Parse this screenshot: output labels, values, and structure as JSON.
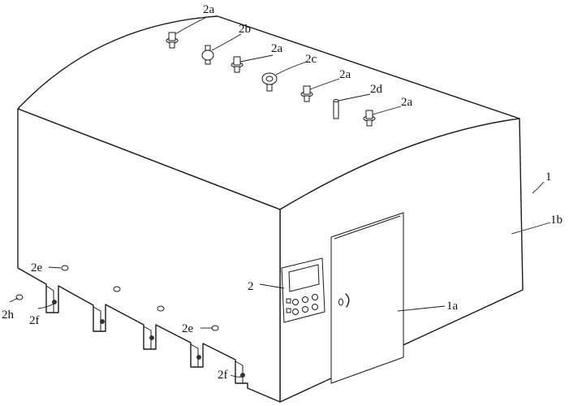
{
  "labels": {
    "main_body": "1",
    "door": "1a",
    "side_face": "1b",
    "controller": "2",
    "nozzle_a": "2a",
    "fitting_b": "2b",
    "fitting_c": "2c",
    "pin_d": "2d",
    "port_e": "2e",
    "foot_f": "2f",
    "port_h": "2h"
  }
}
